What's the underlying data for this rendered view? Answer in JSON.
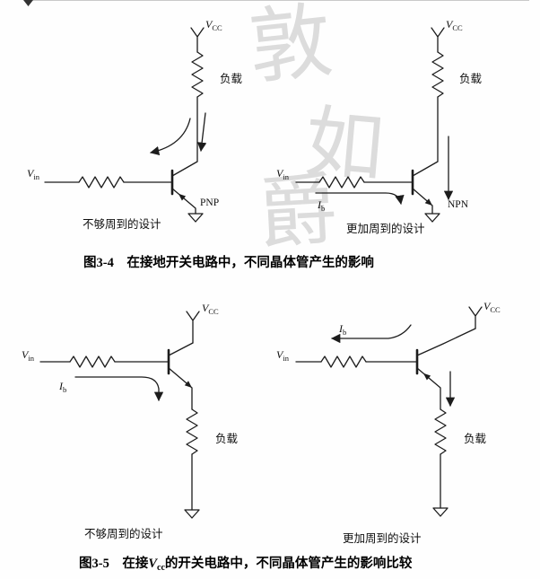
{
  "watermark": {
    "glyphs": [
      "敦",
      "如",
      "爵"
    ]
  },
  "fig34": {
    "caption": "图3-4　在接地开关电路中，不同晶体管产生的影响",
    "left": {
      "vcc": {
        "v": "V",
        "sub": "CC"
      },
      "load": "负载",
      "vin": {
        "v": "V",
        "sub": "in"
      },
      "type": "PNP",
      "note": "不够周到的设计"
    },
    "right": {
      "vcc": {
        "v": "V",
        "sub": "CC"
      },
      "load": "负载",
      "vin": {
        "v": "V",
        "sub": "in"
      },
      "ib": {
        "v": "I",
        "sub": "b"
      },
      "type": "NPN",
      "note": "更加周到的设计"
    }
  },
  "fig35": {
    "caption": {
      "pre": "图3-5　在接",
      "v": "V",
      "vsub": "cc",
      "post": "的开关电路中，不同晶体管产生的影响比较"
    },
    "left": {
      "vcc": {
        "v": "V",
        "sub": "CC"
      },
      "load": "负载",
      "vin": {
        "v": "V",
        "sub": "in"
      },
      "ib": {
        "v": "I",
        "sub": "b"
      },
      "note": "不够周到的设计"
    },
    "right": {
      "vcc": {
        "v": "V",
        "sub": "CC"
      },
      "load": "负载",
      "vin": {
        "v": "V",
        "sub": "in"
      },
      "ib": {
        "v": "I",
        "sub": "b"
      },
      "note": "更加周到的设计"
    }
  }
}
